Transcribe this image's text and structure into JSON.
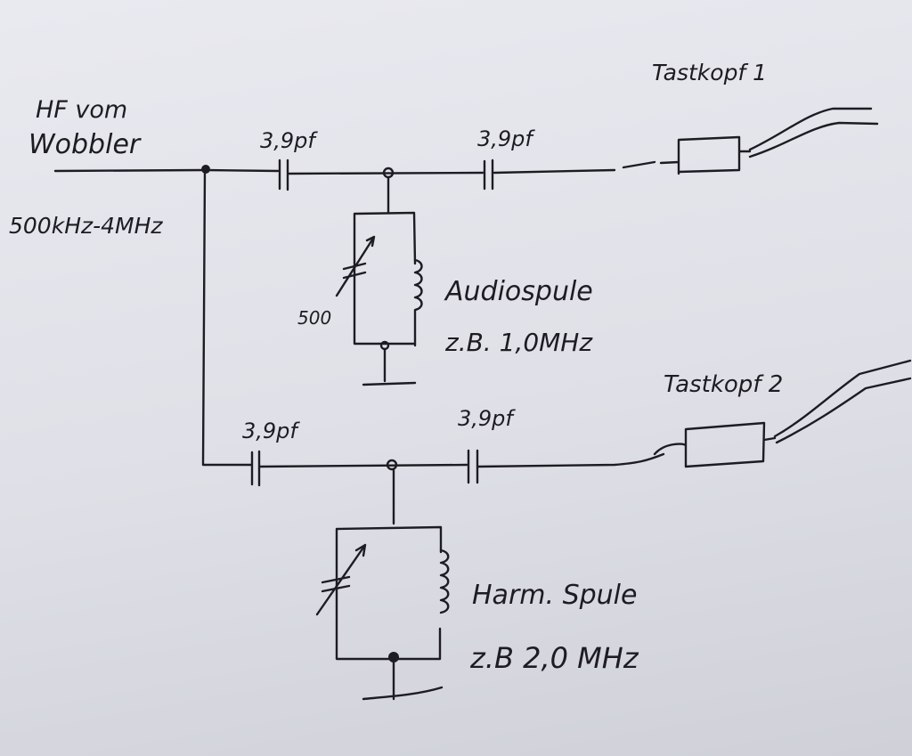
{
  "colors": {
    "ink": "#1d1c22",
    "paper": "#e6e7ed"
  },
  "labels": {
    "source_line1": "HF vom",
    "source_line2": "Wobbler",
    "freq_range": "500kHz-4MHz",
    "cap_top_left": "3,9pf",
    "cap_top_right": "3,9pf",
    "cap_bottom_left": "3,9pf",
    "cap_bottom_right": "3,9pf",
    "trimmer_value": "500",
    "probe1": "Tastkopf 1",
    "probe2": "Tastkopf 2",
    "coil_audio": "Audiospule",
    "coil_audio_freq": "z.B. 1,0MHz",
    "coil_harm": "Harm. Spule",
    "coil_harm_freq": "z.B 2,0 MHz"
  }
}
